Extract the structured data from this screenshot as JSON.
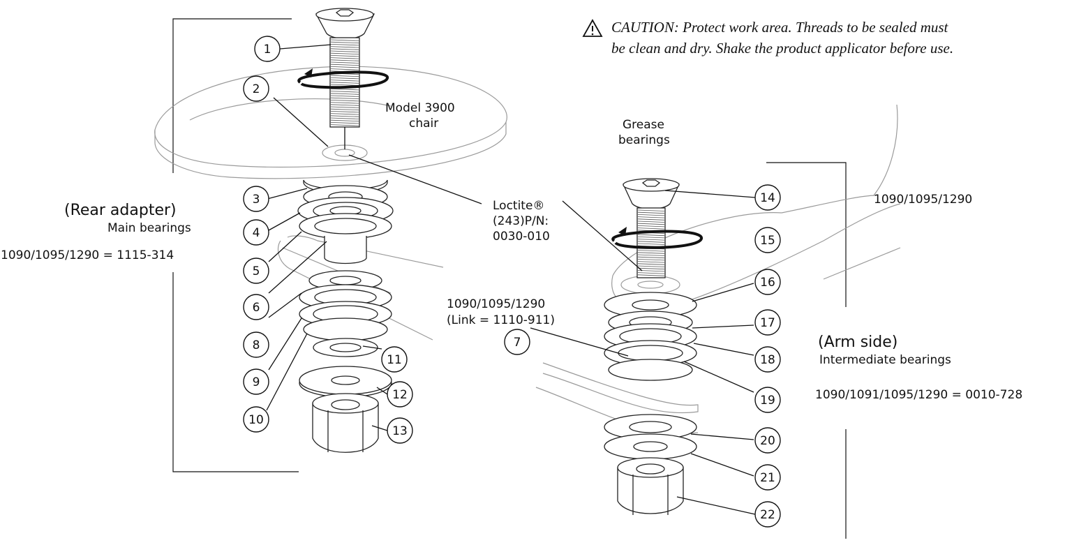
{
  "caution": {
    "icon": "warning-triangle-icon",
    "line1": "CAUTION: Protect work area. Threads to be sealed must",
    "line2": "be clean and dry. Shake the product applicator before use."
  },
  "labels": {
    "chair_model": "Model 3900",
    "chair_word": "chair",
    "grease_line1": "Grease",
    "grease_line2": "bearings",
    "loctite_line1": "Loctite®",
    "loctite_line2": "(243)P/N:",
    "loctite_line3": "0030-010",
    "rear_title": "(Rear adapter)",
    "rear_sub": "Main bearings",
    "rear_part": "1090/1095/1290 = 1115-314",
    "link_line1": "1090/1095/1290",
    "link_line2": "(Link = 1110-911)",
    "arm_models": "1090/1095/1290",
    "arm_title": "(Arm side)",
    "arm_sub": "Intermediate bearings",
    "arm_part": "1090/1091/1095/1290 = 0010-728"
  },
  "callouts": [
    "1",
    "2",
    "3",
    "4",
    "5",
    "6",
    "7",
    "8",
    "9",
    "10",
    "11",
    "12",
    "13",
    "14",
    "15",
    "16",
    "17",
    "18",
    "19",
    "20",
    "21",
    "22"
  ],
  "colors": {
    "ink": "#111111",
    "ghost": "#9a9a9a"
  }
}
